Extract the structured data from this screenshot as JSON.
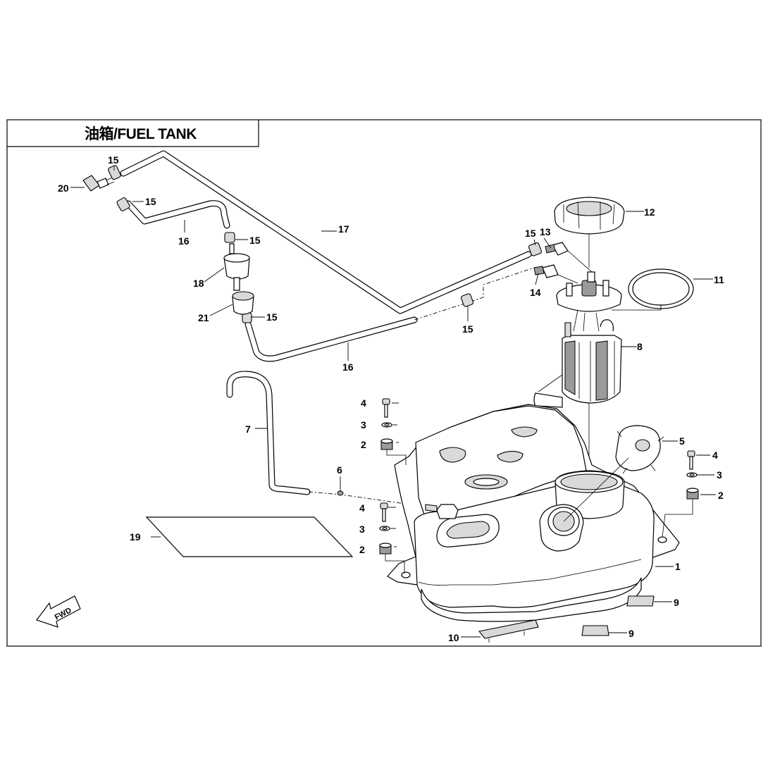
{
  "title": "油箱/FUEL TANK",
  "fwd_label": "FWD",
  "callouts": {
    "c1": "1",
    "c2a": "2",
    "c2b": "2",
    "c2c": "2",
    "c3a": "3",
    "c3b": "3",
    "c3c": "3",
    "c4a": "4",
    "c4b": "4",
    "c4c": "4",
    "c5": "5",
    "c6": "6",
    "c7": "7",
    "c8": "8",
    "c9a": "9",
    "c9b": "9",
    "c10": "10",
    "c11": "11",
    "c12": "12",
    "c13": "13",
    "c14": "14",
    "c15a": "15",
    "c15b": "15",
    "c15c": "15",
    "c15d": "15",
    "c15e": "15",
    "c15f": "15",
    "c16a": "16",
    "c16b": "16",
    "c17": "17",
    "c18": "18",
    "c19": "19",
    "c20": "20",
    "c21": "21"
  }
}
